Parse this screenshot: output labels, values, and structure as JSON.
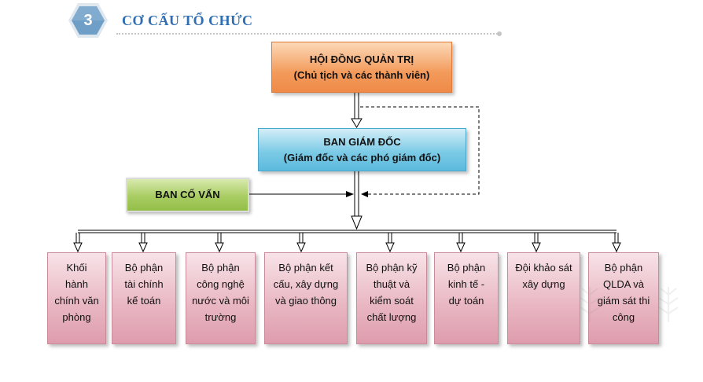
{
  "header": {
    "step_number": "3",
    "title": "CƠ CẤU TỔ CHỨC"
  },
  "org": {
    "board": {
      "line1": "HỘI ĐỒNG QUẢN TRỊ",
      "line2": "(Chủ tịch và các thành viên)"
    },
    "directors": {
      "line1": "BAN GIÁM ĐỐC",
      "line2": "(Giám đốc và các phó giám đốc)"
    },
    "advisors": {
      "label": "BAN CỐ VẤN"
    },
    "departments": [
      {
        "lines": [
          "Khối",
          "hành",
          "chính văn",
          "phòng"
        ]
      },
      {
        "lines": [
          "Bộ phận",
          "tài chính",
          "kế toán"
        ]
      },
      {
        "lines": [
          "Bộ phận",
          "công nghệ",
          "nước và môi",
          "trường"
        ]
      },
      {
        "lines": [
          "Bộ phận kết",
          "cấu, xây dựng",
          "và giao thông"
        ]
      },
      {
        "lines": [
          "Bộ phận kỹ",
          "thuật và",
          "kiểm soát",
          "chất lượng"
        ]
      },
      {
        "lines": [
          "Bộ phận",
          "kinh tế -",
          "dự toán"
        ]
      },
      {
        "lines": [
          "Đội khảo sát",
          "xây dựng"
        ]
      },
      {
        "lines": [
          "Bộ phận",
          "QLDA và",
          "giám sát thi",
          "công"
        ]
      }
    ]
  },
  "colors": {
    "title": "#2f6eb3",
    "badge": "#6f9fc6",
    "board": "#f39b5b",
    "directors": "#7ccbe6",
    "advisors": "#a8cc62",
    "departments": "#e8b5c1"
  }
}
